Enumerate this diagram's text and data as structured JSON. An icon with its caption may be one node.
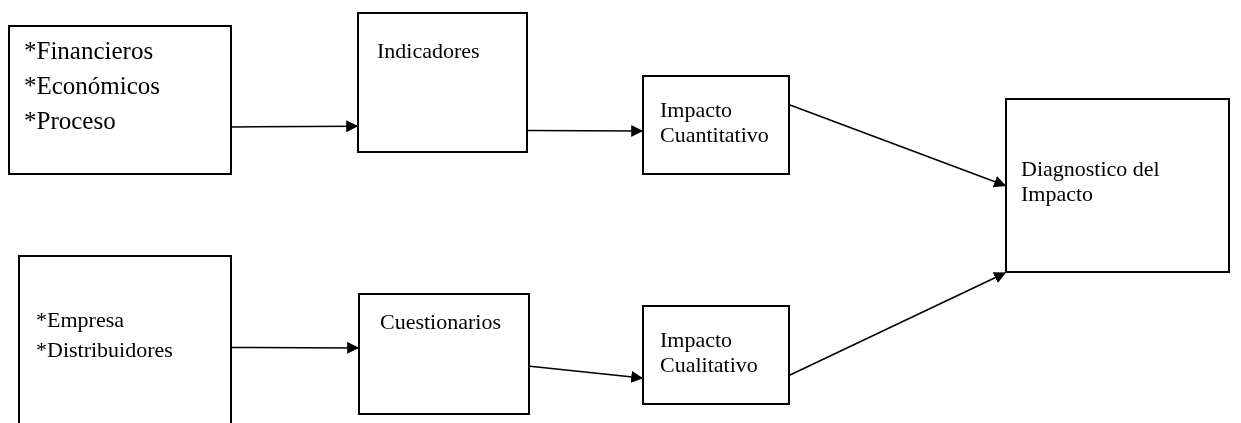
{
  "diagram": {
    "nodes": [
      {
        "text": [
          "*Financieros",
          "*Económicos",
          "*Proceso"
        ]
      },
      {
        "text": [
          "Indicadores"
        ]
      },
      {
        "text": [
          "Impacto Cuantitativo"
        ]
      },
      {
        "text": [
          "Diagnostico del Impacto"
        ]
      },
      {
        "text": [
          "*Empresa",
          "*Distribuidores"
        ]
      },
      {
        "text": [
          "Cuestionarios"
        ]
      },
      {
        "text": [
          "Impacto Cualitativo"
        ]
      }
    ],
    "edges": [
      {
        "from": 0,
        "to": 1,
        "arrow": "to"
      },
      {
        "from": 1,
        "to": 2,
        "arrow": "to"
      },
      {
        "from": 2,
        "to": 3,
        "arrow": "to"
      },
      {
        "from": 4,
        "to": 5,
        "arrow": "to"
      },
      {
        "from": 5,
        "to": 6,
        "arrow": "to"
      },
      {
        "from": 6,
        "to": 3,
        "arrow": "to"
      }
    ]
  }
}
